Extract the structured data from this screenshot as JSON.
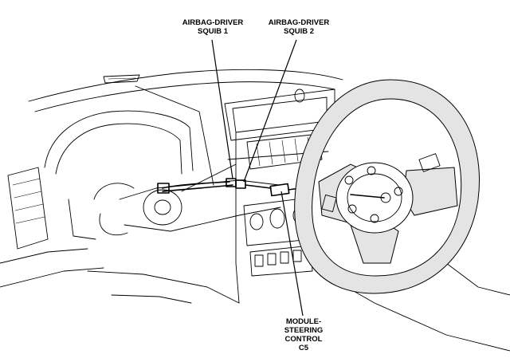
{
  "callouts": {
    "squib1": {
      "line1": "AIRBAG-DRIVER",
      "line2": "SQUIB 1"
    },
    "squib2": {
      "line1": "AIRBAG-DRIVER",
      "line2": "SQUIB 2"
    },
    "module": {
      "line1": "MODULE-",
      "line2": "STEERING",
      "line3": "CONTROL",
      "line4": "C5"
    }
  },
  "colors": {
    "line": "#000000",
    "background": "#ffffff",
    "wheel_shade": "#e4e4e4"
  }
}
